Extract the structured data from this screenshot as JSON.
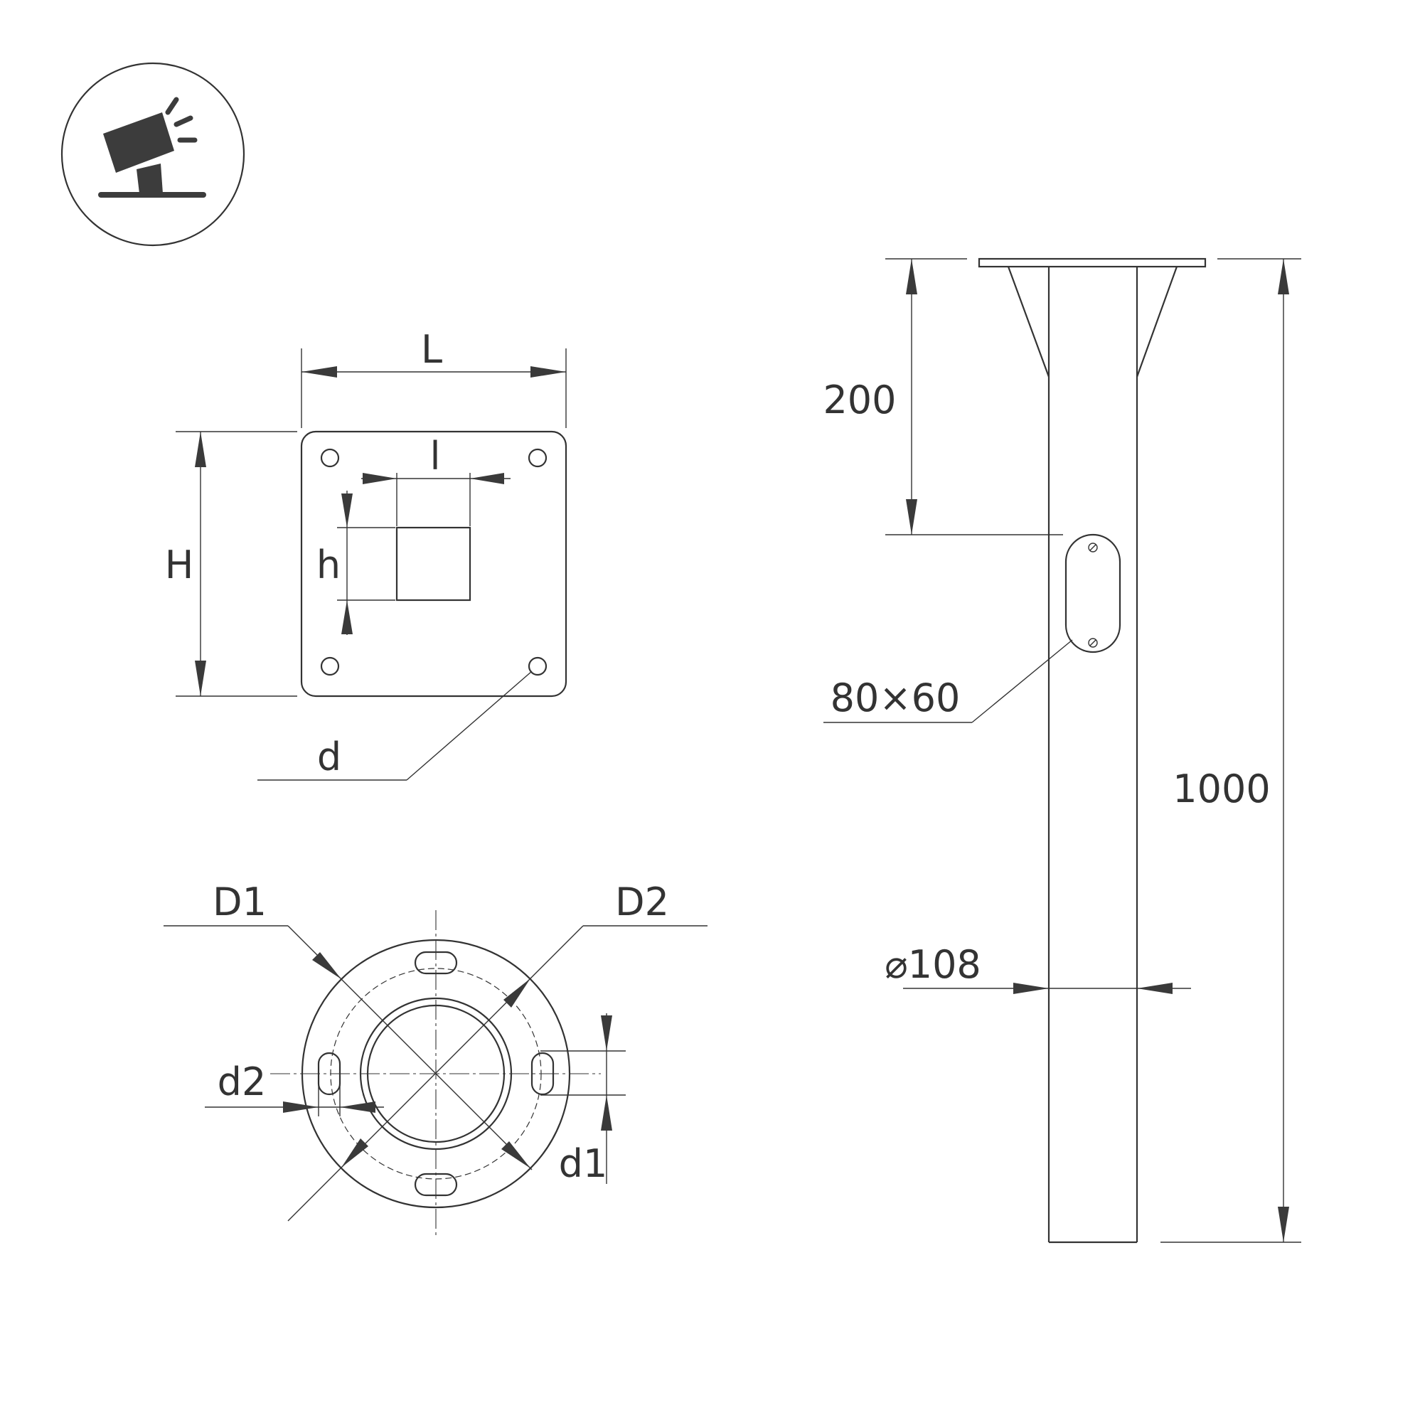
{
  "icon": {
    "name": "spotlight-on-stand-icon",
    "color": "#3c3c3c"
  },
  "plate": {
    "width_label": "L",
    "height_label": "H",
    "hole_width_label": "l",
    "hole_height_label": "h",
    "bolt_hole_label": "d"
  },
  "flange": {
    "outer_diameter_label": "D1",
    "bolt_circle_label": "D2",
    "slot_width_label": "d2",
    "slot_length_label": "d1"
  },
  "pole": {
    "height_label": "1000",
    "gusset_height_label": "200",
    "hatch_label": "80×60",
    "diameter_label": "⌀108"
  },
  "colors": {
    "line": "#333333",
    "background": "#ffffff"
  }
}
